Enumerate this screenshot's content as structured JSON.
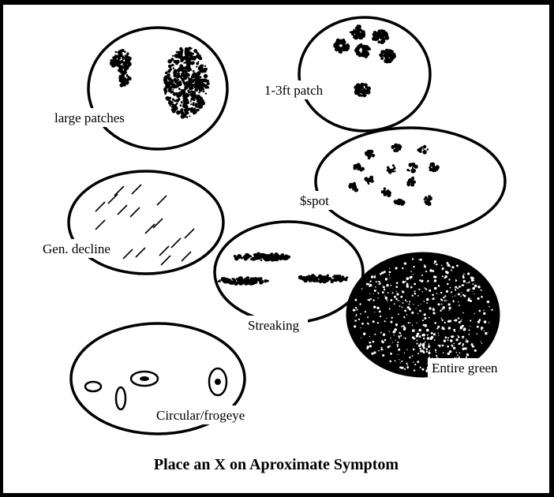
{
  "diagram": {
    "caption": "Place an X on Aproximate Symptom",
    "symptoms": [
      {
        "id": "large-patches",
        "label": "large patches"
      },
      {
        "id": "patch-1-3ft",
        "label": "1-3ft patch"
      },
      {
        "id": "dollar-spot",
        "label": "$spot"
      },
      {
        "id": "gen-decline",
        "label": "Gen. decline"
      },
      {
        "id": "streaking",
        "label": "Streaking"
      },
      {
        "id": "entire-green",
        "label": "Entire green"
      },
      {
        "id": "circular-frogeye",
        "label": "Circular/frogeye"
      }
    ]
  }
}
